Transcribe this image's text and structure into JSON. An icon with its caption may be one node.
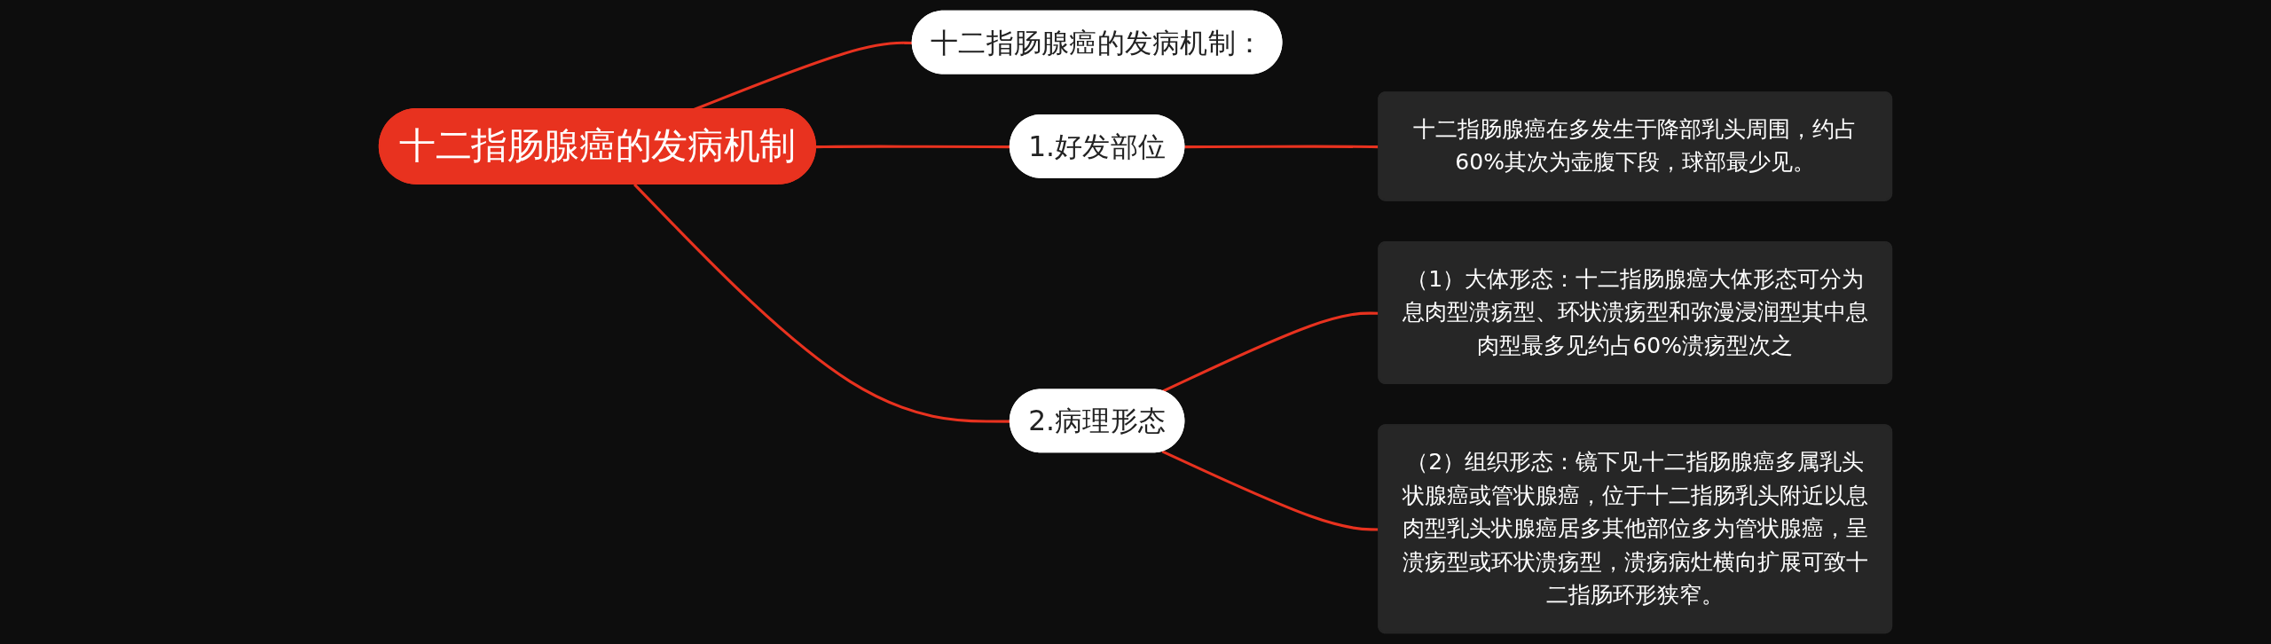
{
  "diagram": {
    "nodes": [
      {
        "text": [
          "十二指肠腺癌的发病机制"
        ]
      },
      {
        "text": [
          "十二指肠腺癌的发病机制："
        ]
      },
      {
        "text": [
          "1.好发部位"
        ]
      },
      {
        "text": [
          "十二指肠腺癌在多发生于降部乳头周围，约占60%其次为壶腹下段，球部最少见。"
        ]
      },
      {
        "text": [
          "2.病理形态"
        ]
      },
      {
        "text": [
          "（1）大体形态：十二指肠腺癌大体形态可分为息肉型溃疡型、环状溃疡型和弥漫浸润型其中息肉型最多见约占60%溃疡型次之"
        ]
      },
      {
        "text": [
          "（2）组织形态：镜下见十二指肠腺癌多属乳头状腺癌或管状腺癌，位于十二指肠乳头附近以息肉型乳头状腺癌居多其他部位多为管状腺癌，呈溃疡型或环状溃疡型，溃疡病灶横向扩展可致十二指肠环形狭窄。"
        ]
      }
    ],
    "edges": [
      {
        "from": 0,
        "to": 1,
        "arrow": "none"
      },
      {
        "from": 0,
        "to": 2,
        "arrow": "none"
      },
      {
        "from": 2,
        "to": 3,
        "arrow": "none"
      },
      {
        "from": 0,
        "to": 4,
        "arrow": "none"
      },
      {
        "from": 4,
        "to": 5,
        "arrow": "none"
      },
      {
        "from": 4,
        "to": 6,
        "arrow": "none"
      }
    ]
  }
}
